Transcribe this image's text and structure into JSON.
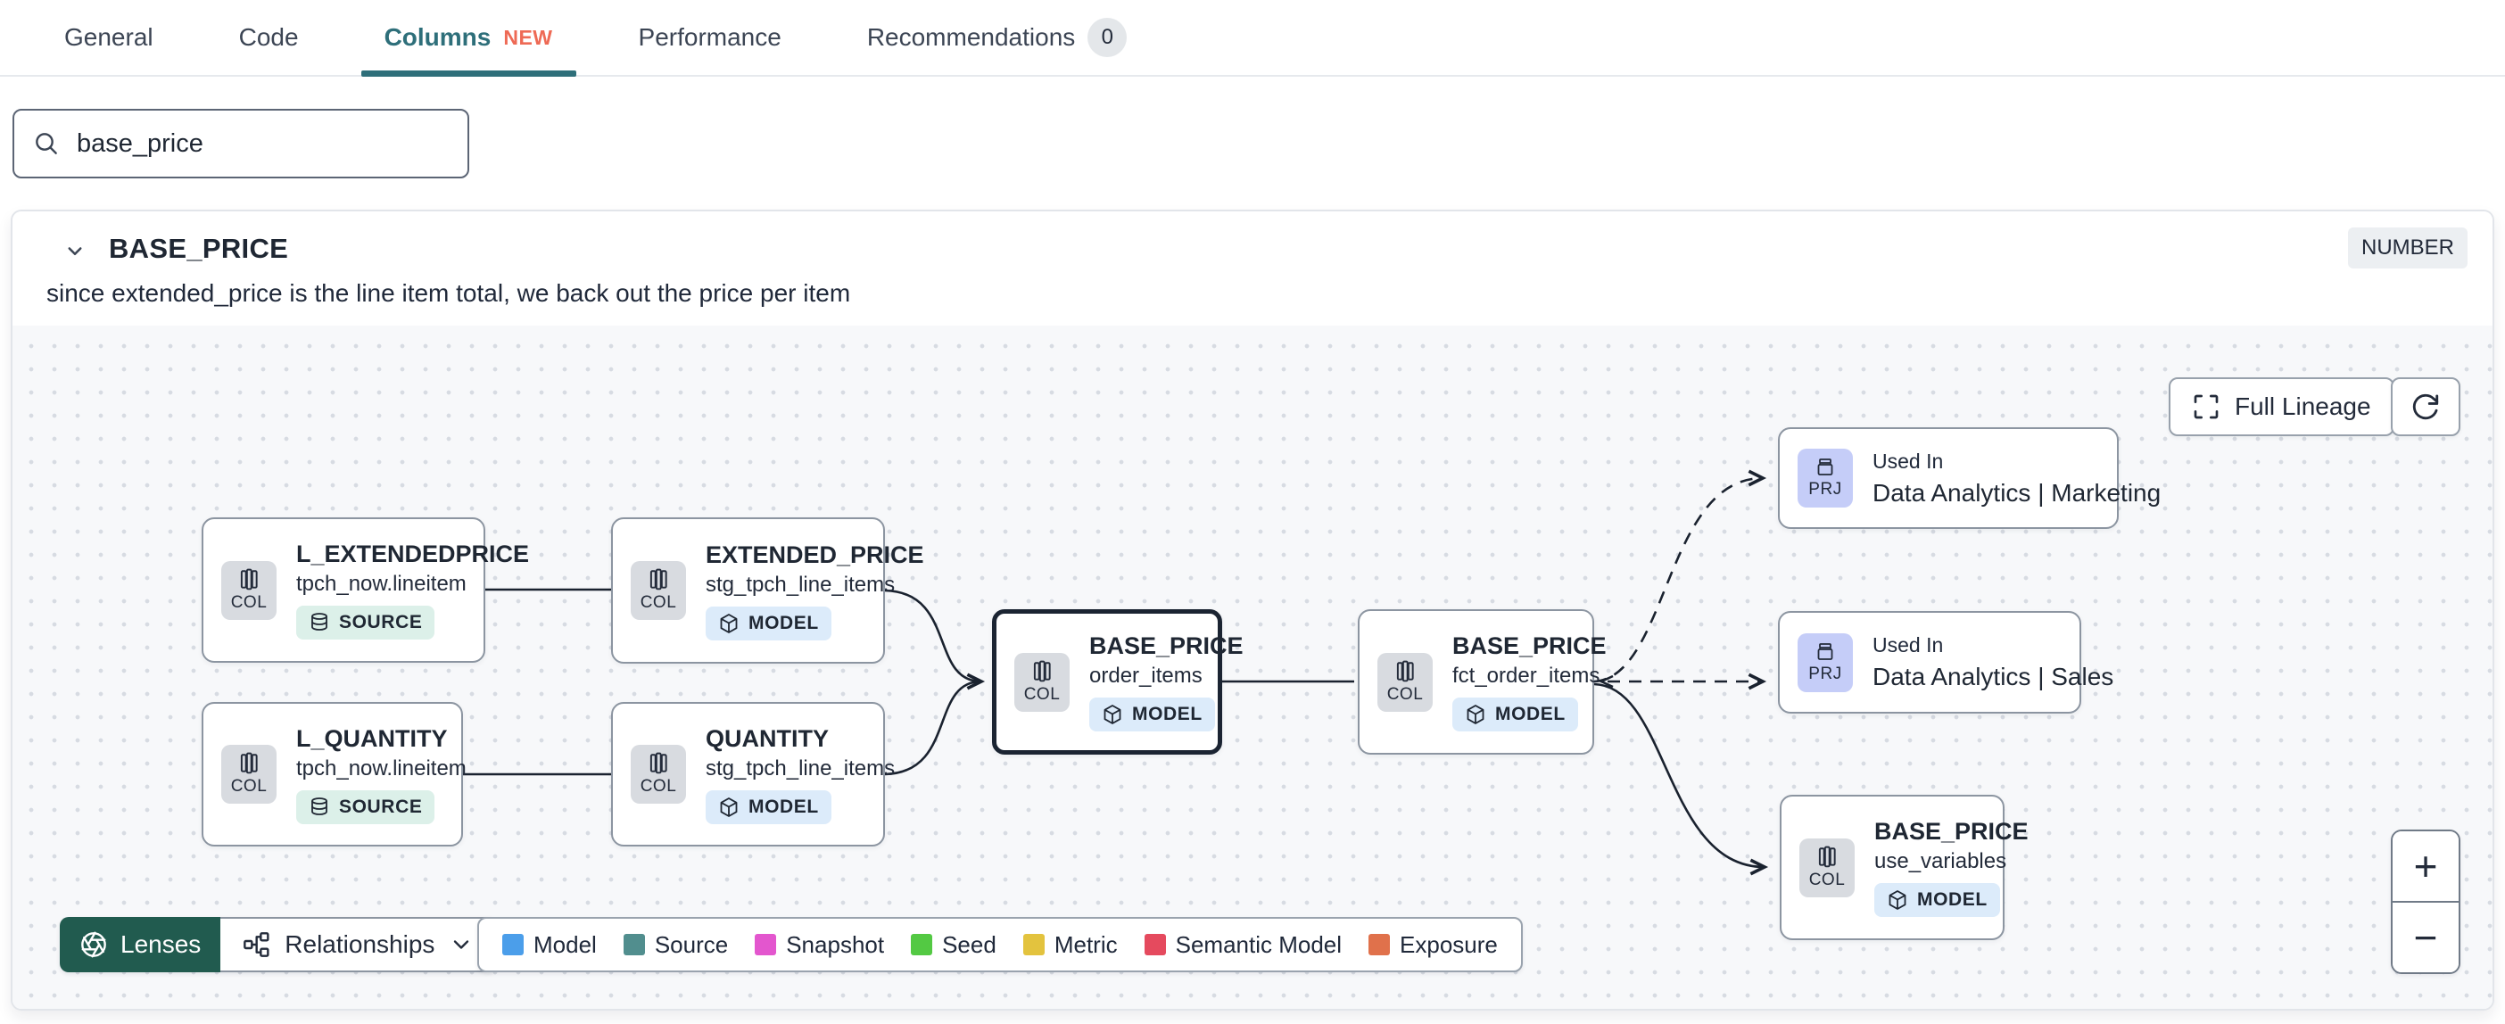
{
  "colors": {
    "accent_teal": "#2E6F7A",
    "new_badge": "#EE6A55",
    "lenses_bg": "#215B4F"
  },
  "tabs": {
    "items": [
      {
        "label": "General"
      },
      {
        "label": "Code"
      },
      {
        "label": "Columns",
        "badge": "NEW"
      },
      {
        "label": "Performance"
      },
      {
        "label": "Recommendations",
        "count": "0"
      }
    ]
  },
  "search": {
    "value": "base_price"
  },
  "column_panel": {
    "title": "BASE_PRICE",
    "type_badge": "NUMBER",
    "description": "since extended_price is the line item total, we back out the price per item"
  },
  "lineage": {
    "controls": {
      "full_lineage": "Full Lineage",
      "zoom_in": "+",
      "zoom_out": "−"
    },
    "toolbar": {
      "lenses": "Lenses",
      "relationships": "Relationships"
    },
    "legend": [
      {
        "label": "Model",
        "color": "#4B9EEA"
      },
      {
        "label": "Source",
        "color": "#518E8E"
      },
      {
        "label": "Snapshot",
        "color": "#E356CE"
      },
      {
        "label": "Seed",
        "color": "#53C943"
      },
      {
        "label": "Metric",
        "color": "#E3C33E"
      },
      {
        "label": "Semantic Model",
        "color": "#E54A5E"
      },
      {
        "label": "Exposure",
        "color": "#E0714B"
      }
    ],
    "nodes": [
      {
        "icon_label": "COL",
        "title": "L_EXTENDEDPRICE",
        "subtitle": "tpch_now.lineitem",
        "badge": "SOURCE"
      },
      {
        "icon_label": "COL",
        "title": "EXTENDED_PRICE",
        "subtitle": "stg_tpch_line_items",
        "badge": "MODEL"
      },
      {
        "icon_label": "COL",
        "title": "L_QUANTITY",
        "subtitle": "tpch_now.lineitem",
        "badge": "SOURCE"
      },
      {
        "icon_label": "COL",
        "title": "QUANTITY",
        "subtitle": "stg_tpch_line_items",
        "badge": "MODEL"
      },
      {
        "icon_label": "COL",
        "title": "BASE_PRICE",
        "subtitle": "order_items",
        "badge": "MODEL"
      },
      {
        "icon_label": "COL",
        "title": "BASE_PRICE",
        "subtitle": "fct_order_items",
        "badge": "MODEL"
      },
      {
        "icon_label": "PRJ",
        "kicker": "Used In",
        "title": "Data Analytics | Marketing"
      },
      {
        "icon_label": "PRJ",
        "kicker": "Used In",
        "title": "Data Analytics | Sales"
      },
      {
        "icon_label": "COL",
        "title": "BASE_PRICE",
        "subtitle": "use_variables",
        "badge": "MODEL"
      }
    ]
  }
}
